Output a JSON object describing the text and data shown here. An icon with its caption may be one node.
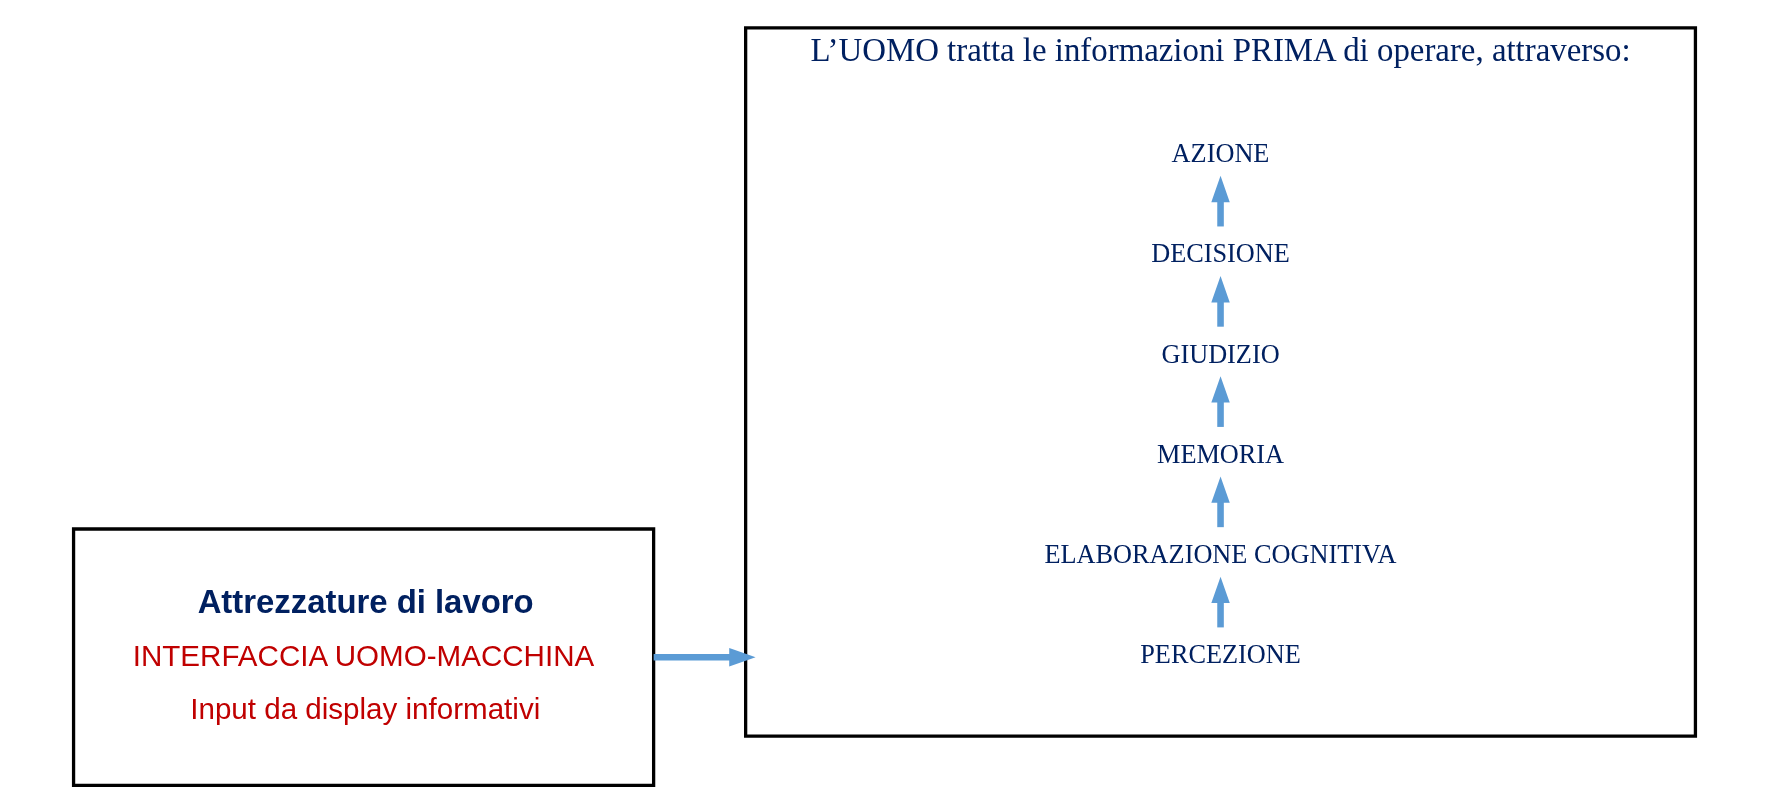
{
  "diagram": {
    "nodes": [
      {
        "text": [
          "Attrezzature di lavoro",
          "INTERFACCIA UOMO-MACCHINA",
          "Input da display informativi"
        ]
      },
      {
        "text": [
          "L’UOMO tratta le informazioni PRIMA di operare, attraverso:"
        ]
      },
      {
        "text": [
          "PERCEZIONE"
        ],
        "in": 1
      },
      {
        "text": [
          "ELABORAZIONE COGNITIVA"
        ],
        "in": 1
      },
      {
        "text": [
          "MEMORIA"
        ],
        "in": 1
      },
      {
        "text": [
          "GIUDIZIO"
        ],
        "in": 1
      },
      {
        "text": [
          "DECISIONE"
        ],
        "in": 1
      },
      {
        "text": [
          "AZIONE"
        ],
        "in": 1
      }
    ],
    "edges": [
      {
        "from": 0,
        "to": 1,
        "arrow": "to"
      },
      {
        "from": 2,
        "to": 3,
        "arrow": "to"
      },
      {
        "from": 3,
        "to": 4,
        "arrow": "to"
      },
      {
        "from": 4,
        "to": 5,
        "arrow": "to"
      },
      {
        "from": 5,
        "to": 6,
        "arrow": "to"
      },
      {
        "from": 6,
        "to": 7,
        "arrow": "to"
      }
    ]
  }
}
